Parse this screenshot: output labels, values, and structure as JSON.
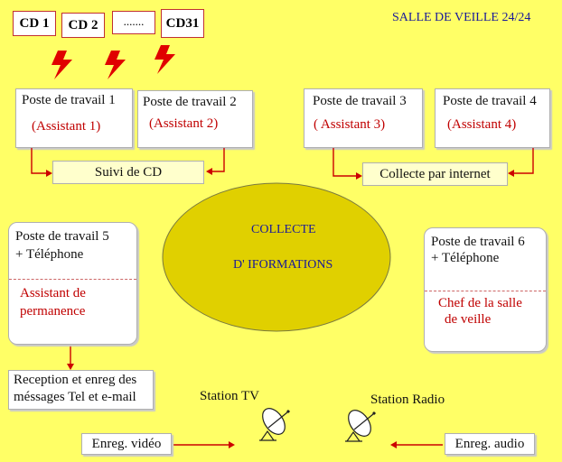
{
  "title": "SALLE DE VEILLE 24/24",
  "cds": [
    "CD 1",
    "CD 2",
    ".......",
    "CD31"
  ],
  "workstations": [
    {
      "label": "Poste de travail 1",
      "role": "(Assistant 1)"
    },
    {
      "label": "Poste de travail 2",
      "role": "(Assistant 2)"
    },
    {
      "label": "Poste de travail 3",
      "role": "( Assistant 3)"
    },
    {
      "label": "Poste de travail 4",
      "role": "(Assistant 4)"
    }
  ],
  "suivi_cd": "Suivi de CD",
  "collecte_internet": "Collecte par internet",
  "center": {
    "line1": "COLLECTE",
    "line2": "D' IFORMATIONS"
  },
  "poste5": {
    "label": "Poste de travail 5",
    "phone": "+ Téléphone",
    "role_line1": "Assistant de",
    "role_line2": "permanence"
  },
  "poste6": {
    "label": "Poste de travail 6",
    "phone": "+ Téléphone",
    "role_line1": "Chef de la salle",
    "role_line2": "de  veille"
  },
  "reception": {
    "line1": "Reception et enreg des",
    "line2": "méssages Tel et e-mail"
  },
  "station_tv": "Station TV",
  "station_radio": "Station Radio",
  "enreg_video": "Enreg. vidéo",
  "enreg_audio": "Enreg. audio",
  "colors": {
    "background": "#ffff66",
    "ellipse": "#e0d000",
    "arrow": "#cc0000",
    "bolt": "#e00000"
  }
}
